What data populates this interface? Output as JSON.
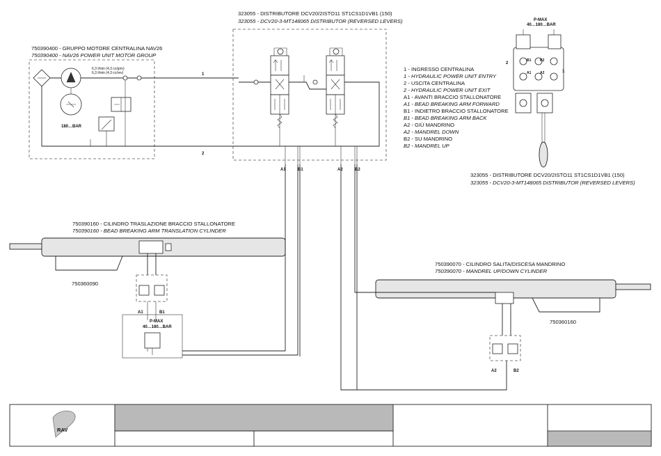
{
  "distributor_top": {
    "code_it": "323055 - DISTRIBUTORE DCV20/2ISTO11 ST1CS1D1VB1 (150)",
    "code_en": "323055 - DCV20-3-MT148065 DISTRIBUTOR (REVERSED LEVERS)"
  },
  "power_unit": {
    "code_it": "750390400 - GRUPPO MOTORE CENTRALINA NAV26",
    "code_en": "750390400 - NAV26 POWER UNIT MOTOR GROUP",
    "flow_1": "6,3 l/min (4,3 cc/giro)",
    "flow_2": "6,3 l/min (4,3 cc/rev)",
    "pressure": "180…BAR"
  },
  "lines": {
    "line_1": "1",
    "line_2": "2"
  },
  "ports_top": {
    "a1": "A1",
    "b1": "B1",
    "a2": "A2",
    "b2": "B2"
  },
  "valve_block_right": {
    "pmax": "P-MAX",
    "range": "40…180…BAR",
    "port_2": "2",
    "port_1": "1",
    "b1": "B1",
    "b2": "B2",
    "a1": "A1",
    "a2": "A2"
  },
  "legend": [
    {
      "text": "1 - INGRESSO CENTRALINA",
      "italic": false
    },
    {
      "text": "1 - HYDRAULIC POWER UNIT ENTRY",
      "italic": true
    },
    {
      "text": "2 - USCITA CENTRALINA",
      "italic": false
    },
    {
      "text": "2 - HYDRAULIC POWER UNIT EXIT",
      "italic": true
    },
    {
      "text": "A1 - AVANTI BRACCIO STALLONATORE",
      "italic": false
    },
    {
      "text": "A1 - BEAD BREAKING ARM FORWARD",
      "italic": true
    },
    {
      "text": "B1 - INDIETRO BRACCIO STALLONATORE",
      "italic": false
    },
    {
      "text": "B1 - BEAD BREAKING ARM BACK",
      "italic": true
    },
    {
      "text": "A2 - GIÙ MANDRINO",
      "italic": false
    },
    {
      "text": "A2 - MANDREL DOWN",
      "italic": true
    },
    {
      "text": "B2 - SU MANDRINO",
      "italic": false
    },
    {
      "text": "B2 - MANDREL UP",
      "italic": true
    }
  ],
  "distributor_right": {
    "code_it": "323055 - DISTRIBUTORE DCV20/2ISTO11 ST1CS1D1VB1 (150)",
    "code_en": "323055 - DCV20-3-MT148065 DISTRIBUTOR (REVERSED LEVERS)"
  },
  "cylinder_left": {
    "code_it": "750390160 - CILINDRO TRASLAZIONE BRACCIO STALLONATORE",
    "code_en": "750390160 - BEAD BREAKING ARM TRANSLATION CYLINDER",
    "part": "750360090"
  },
  "valve_left": {
    "a1": "A1",
    "b1": "B1",
    "pmax": "P-MAX",
    "range": "40…180…BAR"
  },
  "cylinder_right": {
    "code_it": "750390070 - CILINDRO SALITA/DISCESA MANDRINO",
    "code_en": "750390070 - MANDREL UP/DOWN CYLINDER",
    "part": "750360160"
  },
  "valve_right": {
    "a2": "A2",
    "b2": "B2"
  },
  "title_block": {
    "logo": "RAV"
  }
}
